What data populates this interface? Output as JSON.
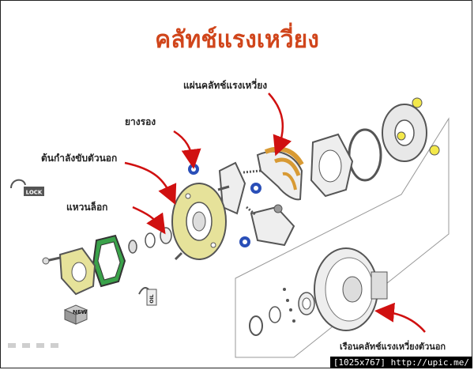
{
  "title": "คลัทช์แรงเหวี่ยง",
  "labels": {
    "clutch_plate": "แผ่นคลัทช์แรงเหวี่ยง",
    "rubber": "ยางรอง",
    "drive_plate": "ต้นกำลังขับตัวนอก",
    "lock_ring": "แหวนล็อก",
    "outer_housing": "เรือนคลัทช์แรงเหวี่ยงตัวนอก"
  },
  "icons": {
    "lock": "LOCK",
    "new": "NEW",
    "oil": "OIL"
  },
  "watermark": "[1025x767] http://upic.me/",
  "colors": {
    "title": "#d0451b",
    "arrow": "#d01010",
    "plate_yellow": "#e6e29a",
    "shoe_orange": "#d89a34",
    "washer_green": "#3aa24a",
    "spacer_blue": "#2a4fb8"
  }
}
